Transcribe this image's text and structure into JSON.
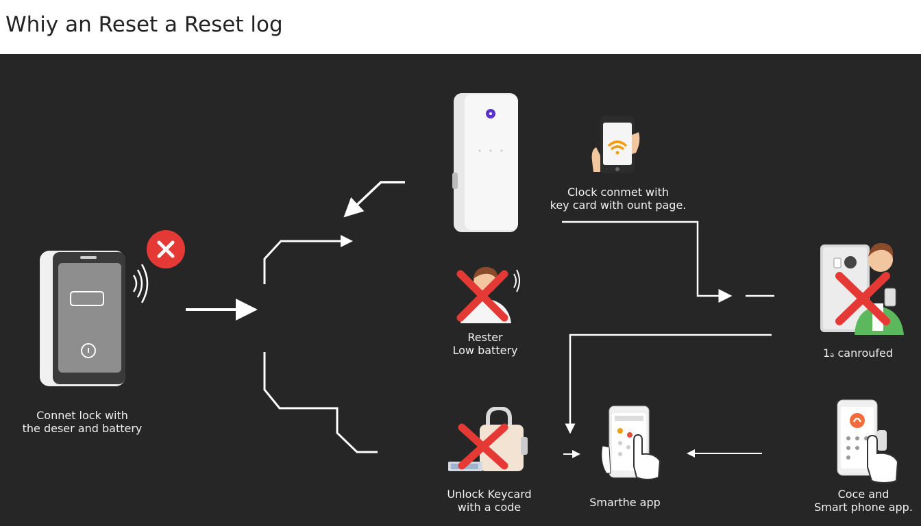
{
  "title": "Whiy an Reset a Reset log",
  "colors": {
    "background": "#262626",
    "lines": "#ffffff",
    "cross": "#e53935",
    "header": "#ffffff"
  },
  "nodes": {
    "keypad_lock": {
      "icon": "smart-lock-keypad-icon",
      "lines": [
        "Connet lock with",
        "the deser and battery"
      ]
    },
    "wall_reader": {
      "icon": "card-reader-icon",
      "lines": []
    },
    "phone_wifi": {
      "icon": "phone-wifi-icon",
      "lines": [
        "Clock conmet with",
        "key card with ount page."
      ]
    },
    "person_reset": {
      "icon": "person-crossed-icon",
      "lines": [
        "Rester",
        "Low battery"
      ]
    },
    "person_door": {
      "icon": "person-door-crossed-icon",
      "lines": [
        "1ₐ canroufed"
      ]
    },
    "keycard": {
      "icon": "keycard-padlock-crossed-icon",
      "lines": [
        "Unlock Keycard",
        "with a code"
      ]
    },
    "phone_app": {
      "icon": "phone-app-hand-icon",
      "lines": [
        "Smarthe app"
      ]
    },
    "phone_keypad": {
      "icon": "phone-keypad-hand-icon",
      "lines": [
        "Coce and",
        "Smart phone app."
      ]
    }
  }
}
